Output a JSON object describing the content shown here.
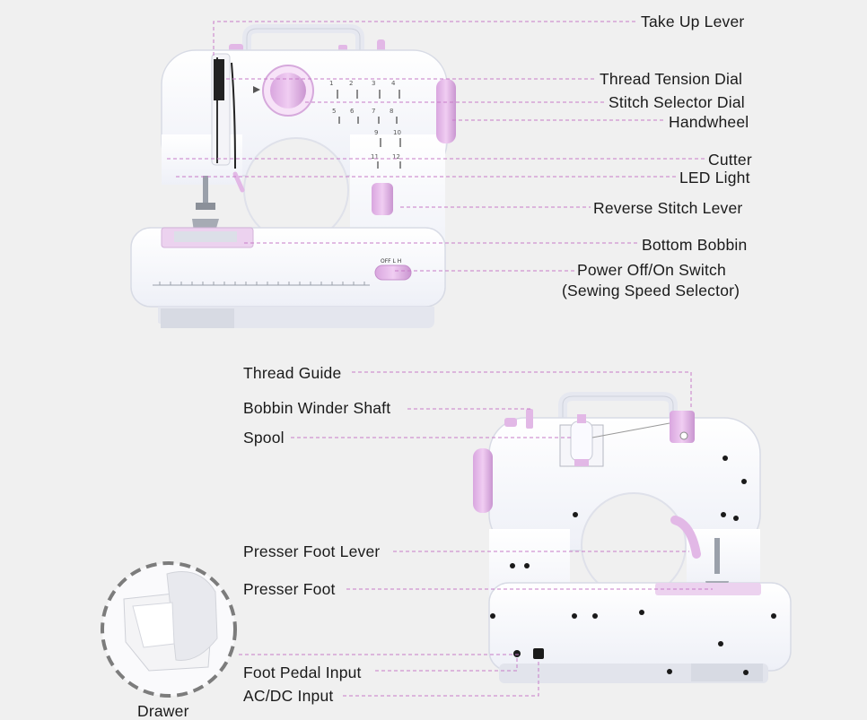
{
  "front_view": {
    "labels": [
      {
        "key": "take_up_lever",
        "text": "Take Up Lever"
      },
      {
        "key": "thread_tension_dial",
        "text": "Thread Tension Dial"
      },
      {
        "key": "stitch_selector_dial",
        "text": "Stitch Selector Dial"
      },
      {
        "key": "handwheel",
        "text": "Handwheel"
      },
      {
        "key": "cutter",
        "text": "Cutter"
      },
      {
        "key": "led_light",
        "text": "LED Light"
      },
      {
        "key": "reverse_stitch_lever",
        "text": "Reverse Stitch Lever"
      },
      {
        "key": "bottom_bobbin",
        "text": "Bottom Bobbin"
      },
      {
        "key": "power_switch_line1",
        "text": "Power Off/On Switch"
      },
      {
        "key": "power_switch_line2",
        "text": "(Sewing Speed Selector)"
      }
    ],
    "switch_text": "OFF  L  H"
  },
  "back_view": {
    "labels": [
      {
        "key": "thread_guide",
        "text": "Thread Guide"
      },
      {
        "key": "bobbin_winder_shaft",
        "text": "Bobbin Winder Shaft"
      },
      {
        "key": "spool",
        "text": "Spool"
      },
      {
        "key": "presser_foot_lever",
        "text": "Presser Foot Lever"
      },
      {
        "key": "presser_foot",
        "text": "Presser Foot"
      },
      {
        "key": "foot_pedal_input",
        "text": "Foot Pedal Input"
      },
      {
        "key": "ac_dc_input",
        "text": "AC/DC Input"
      }
    ]
  },
  "drawer_label": "Drawer",
  "colors": {
    "background": "#f0f0f0",
    "machine_body": "#fafaff",
    "accent_pink": "#e2b8e6",
    "leader_line": "#c77bc8",
    "text": "#1a1a1a"
  }
}
